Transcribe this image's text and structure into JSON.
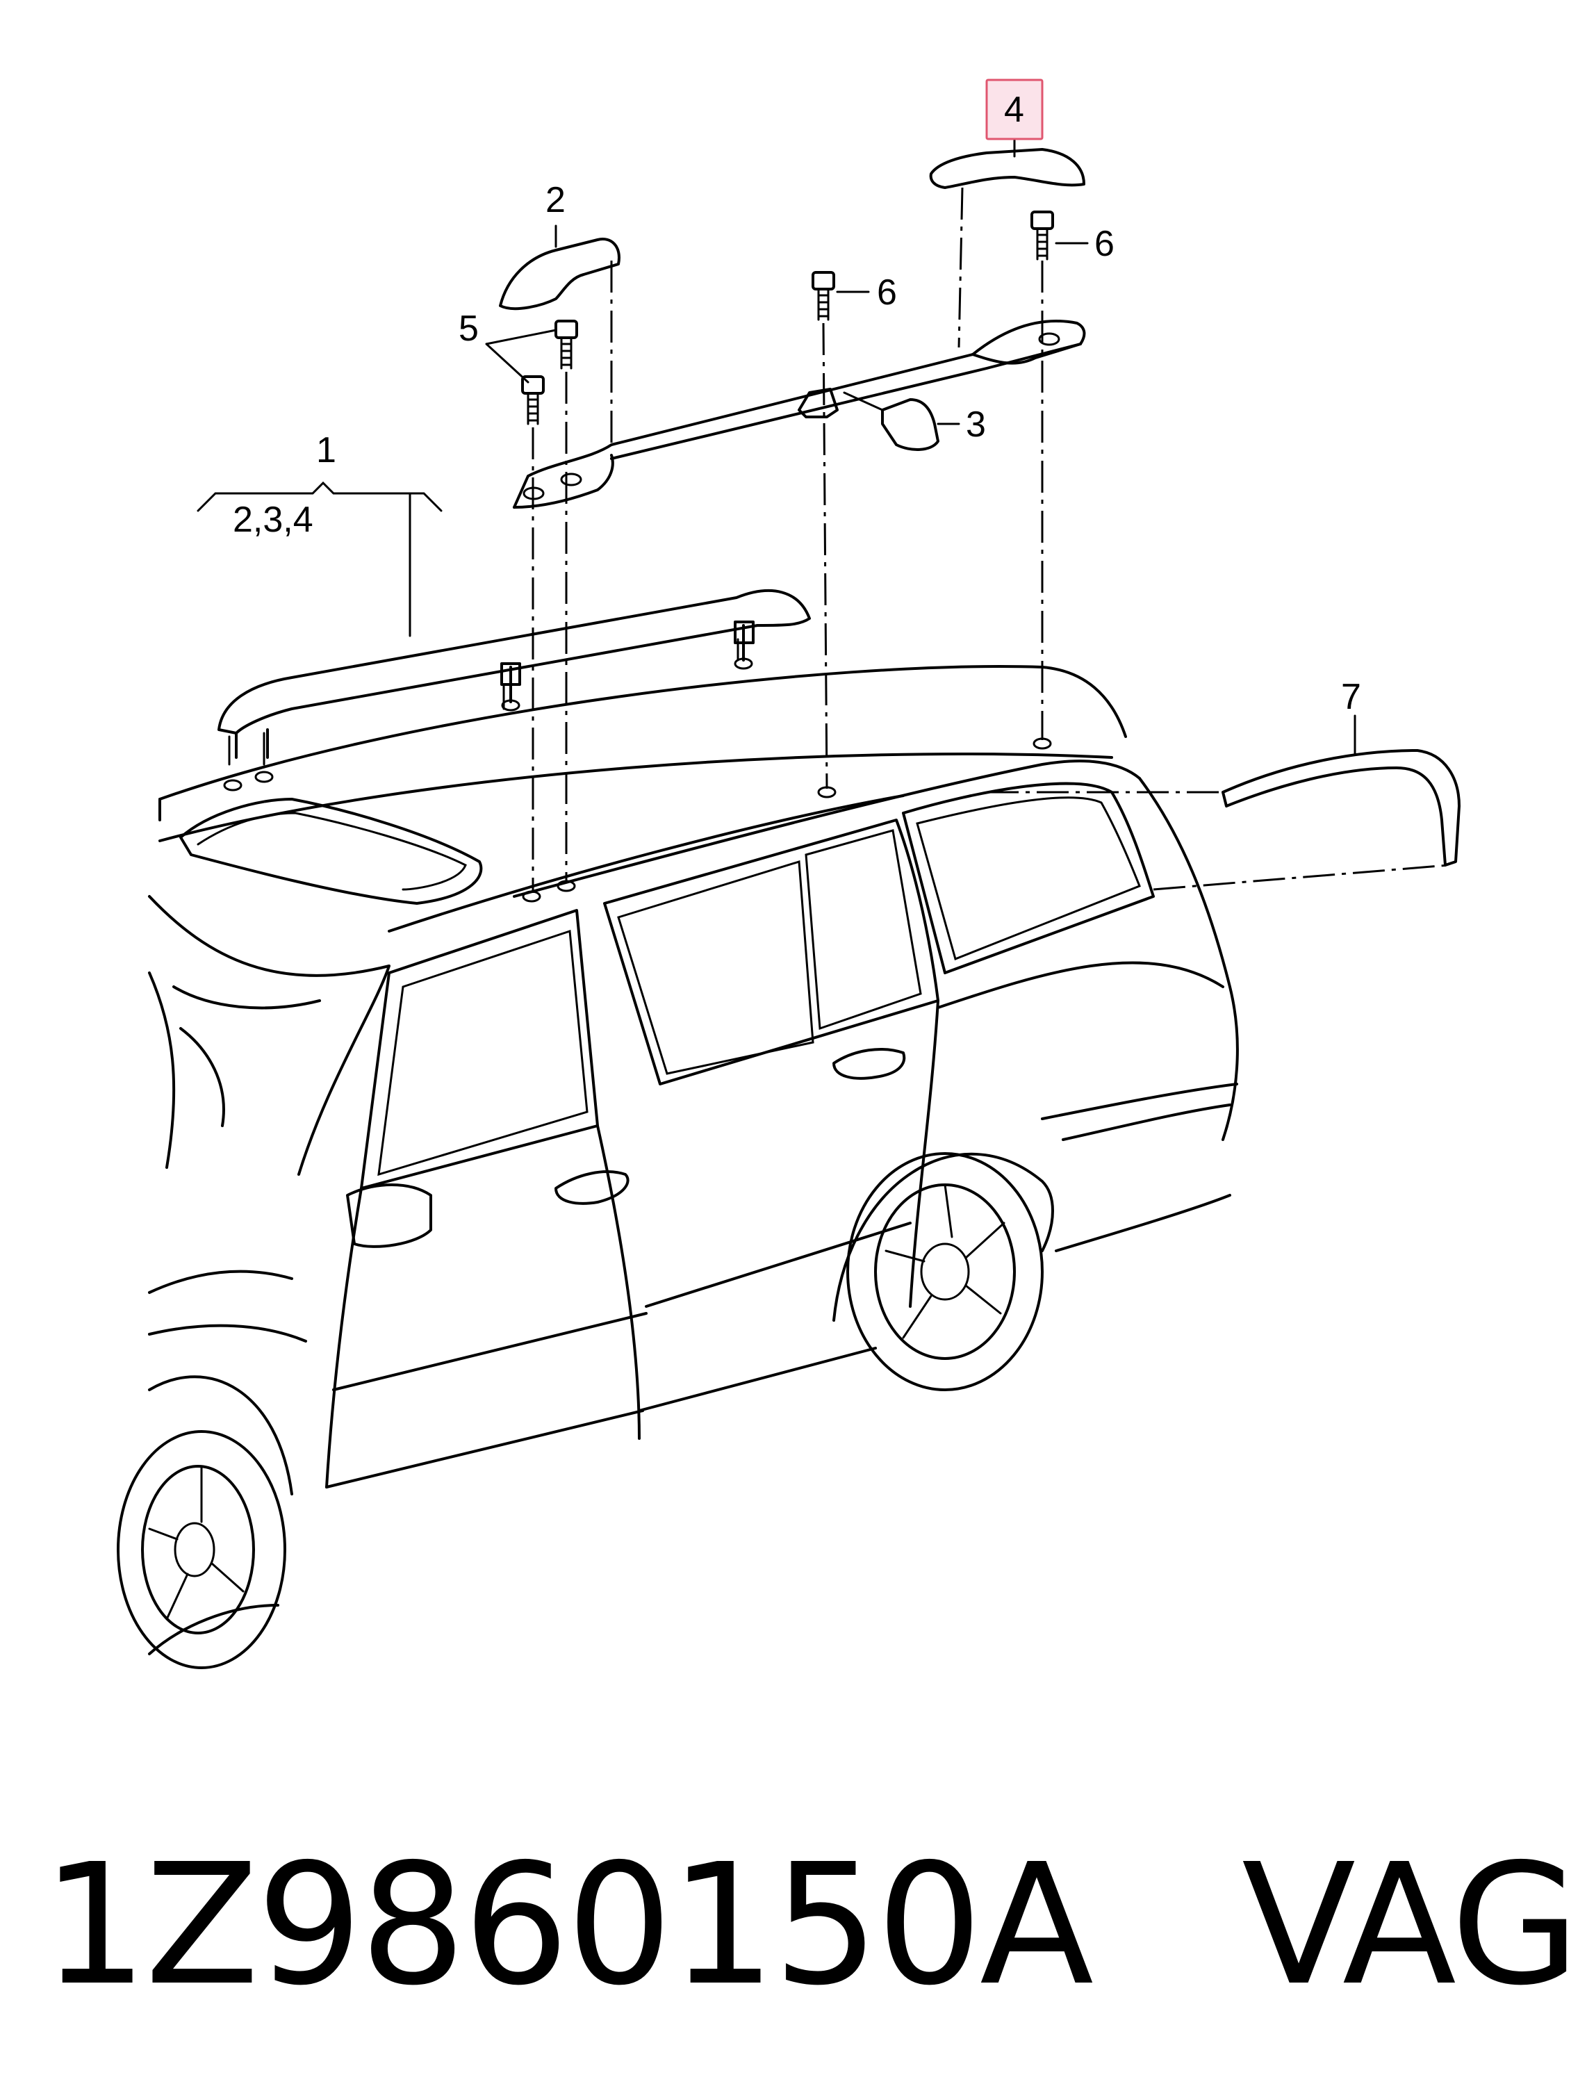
{
  "labels": {
    "l1": "1",
    "l1_sub": "2,3,4",
    "l2": "2",
    "l3": "3",
    "l4": "4",
    "l5": "5",
    "l6a": "6",
    "l6b": "6",
    "l7": "7"
  },
  "highlight": {
    "item": "4",
    "fill": "#fbe3ea",
    "stroke": "#e0566f"
  },
  "caption": {
    "part_number": "1Z9860150A",
    "brand": "VAG"
  }
}
